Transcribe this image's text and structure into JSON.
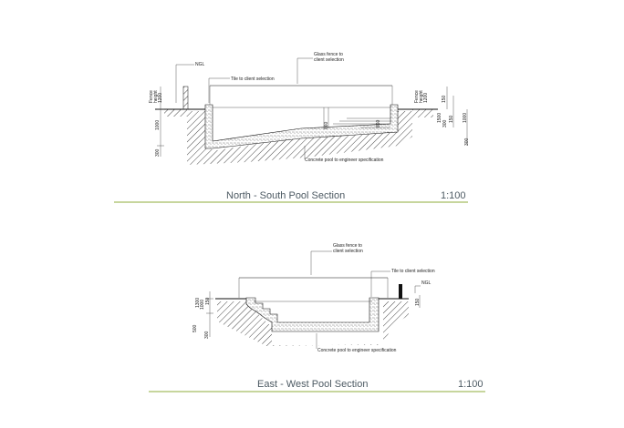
{
  "sections": [
    {
      "title": "North - South Pool  Section",
      "scale": "1:100",
      "notes": {
        "glass_fence": [
          "Glass fence to",
          "client selection"
        ],
        "tile": "Tile to client selection",
        "ngl": "NGL",
        "concrete": "Concrete pool to engineer specification"
      },
      "dims": {
        "fence_left": [
          "Fence",
          "height",
          "1200"
        ],
        "fence_right": [
          "Fence",
          "height",
          "1200"
        ],
        "depth_left": "1000",
        "base_left": "300",
        "step_a": "860",
        "step_b": "860",
        "right_a": "150",
        "right_b": "1500",
        "right_c": "300",
        "right_d": "150",
        "right_e": "1000"
      }
    },
    {
      "title": "East - West Pool Section",
      "scale": "1:100",
      "notes": {
        "glass_fence": [
          "Glass fence to",
          "client selection"
        ],
        "tile": "Tile to client selection",
        "ngl": "NGL",
        "concrete": "Concrete pool to engineer specification"
      },
      "dims": {
        "left_a": "1300",
        "left_b": "1000",
        "left_c": "500",
        "left_d": "300",
        "left_e": "150",
        "right_a": "150"
      }
    }
  ]
}
